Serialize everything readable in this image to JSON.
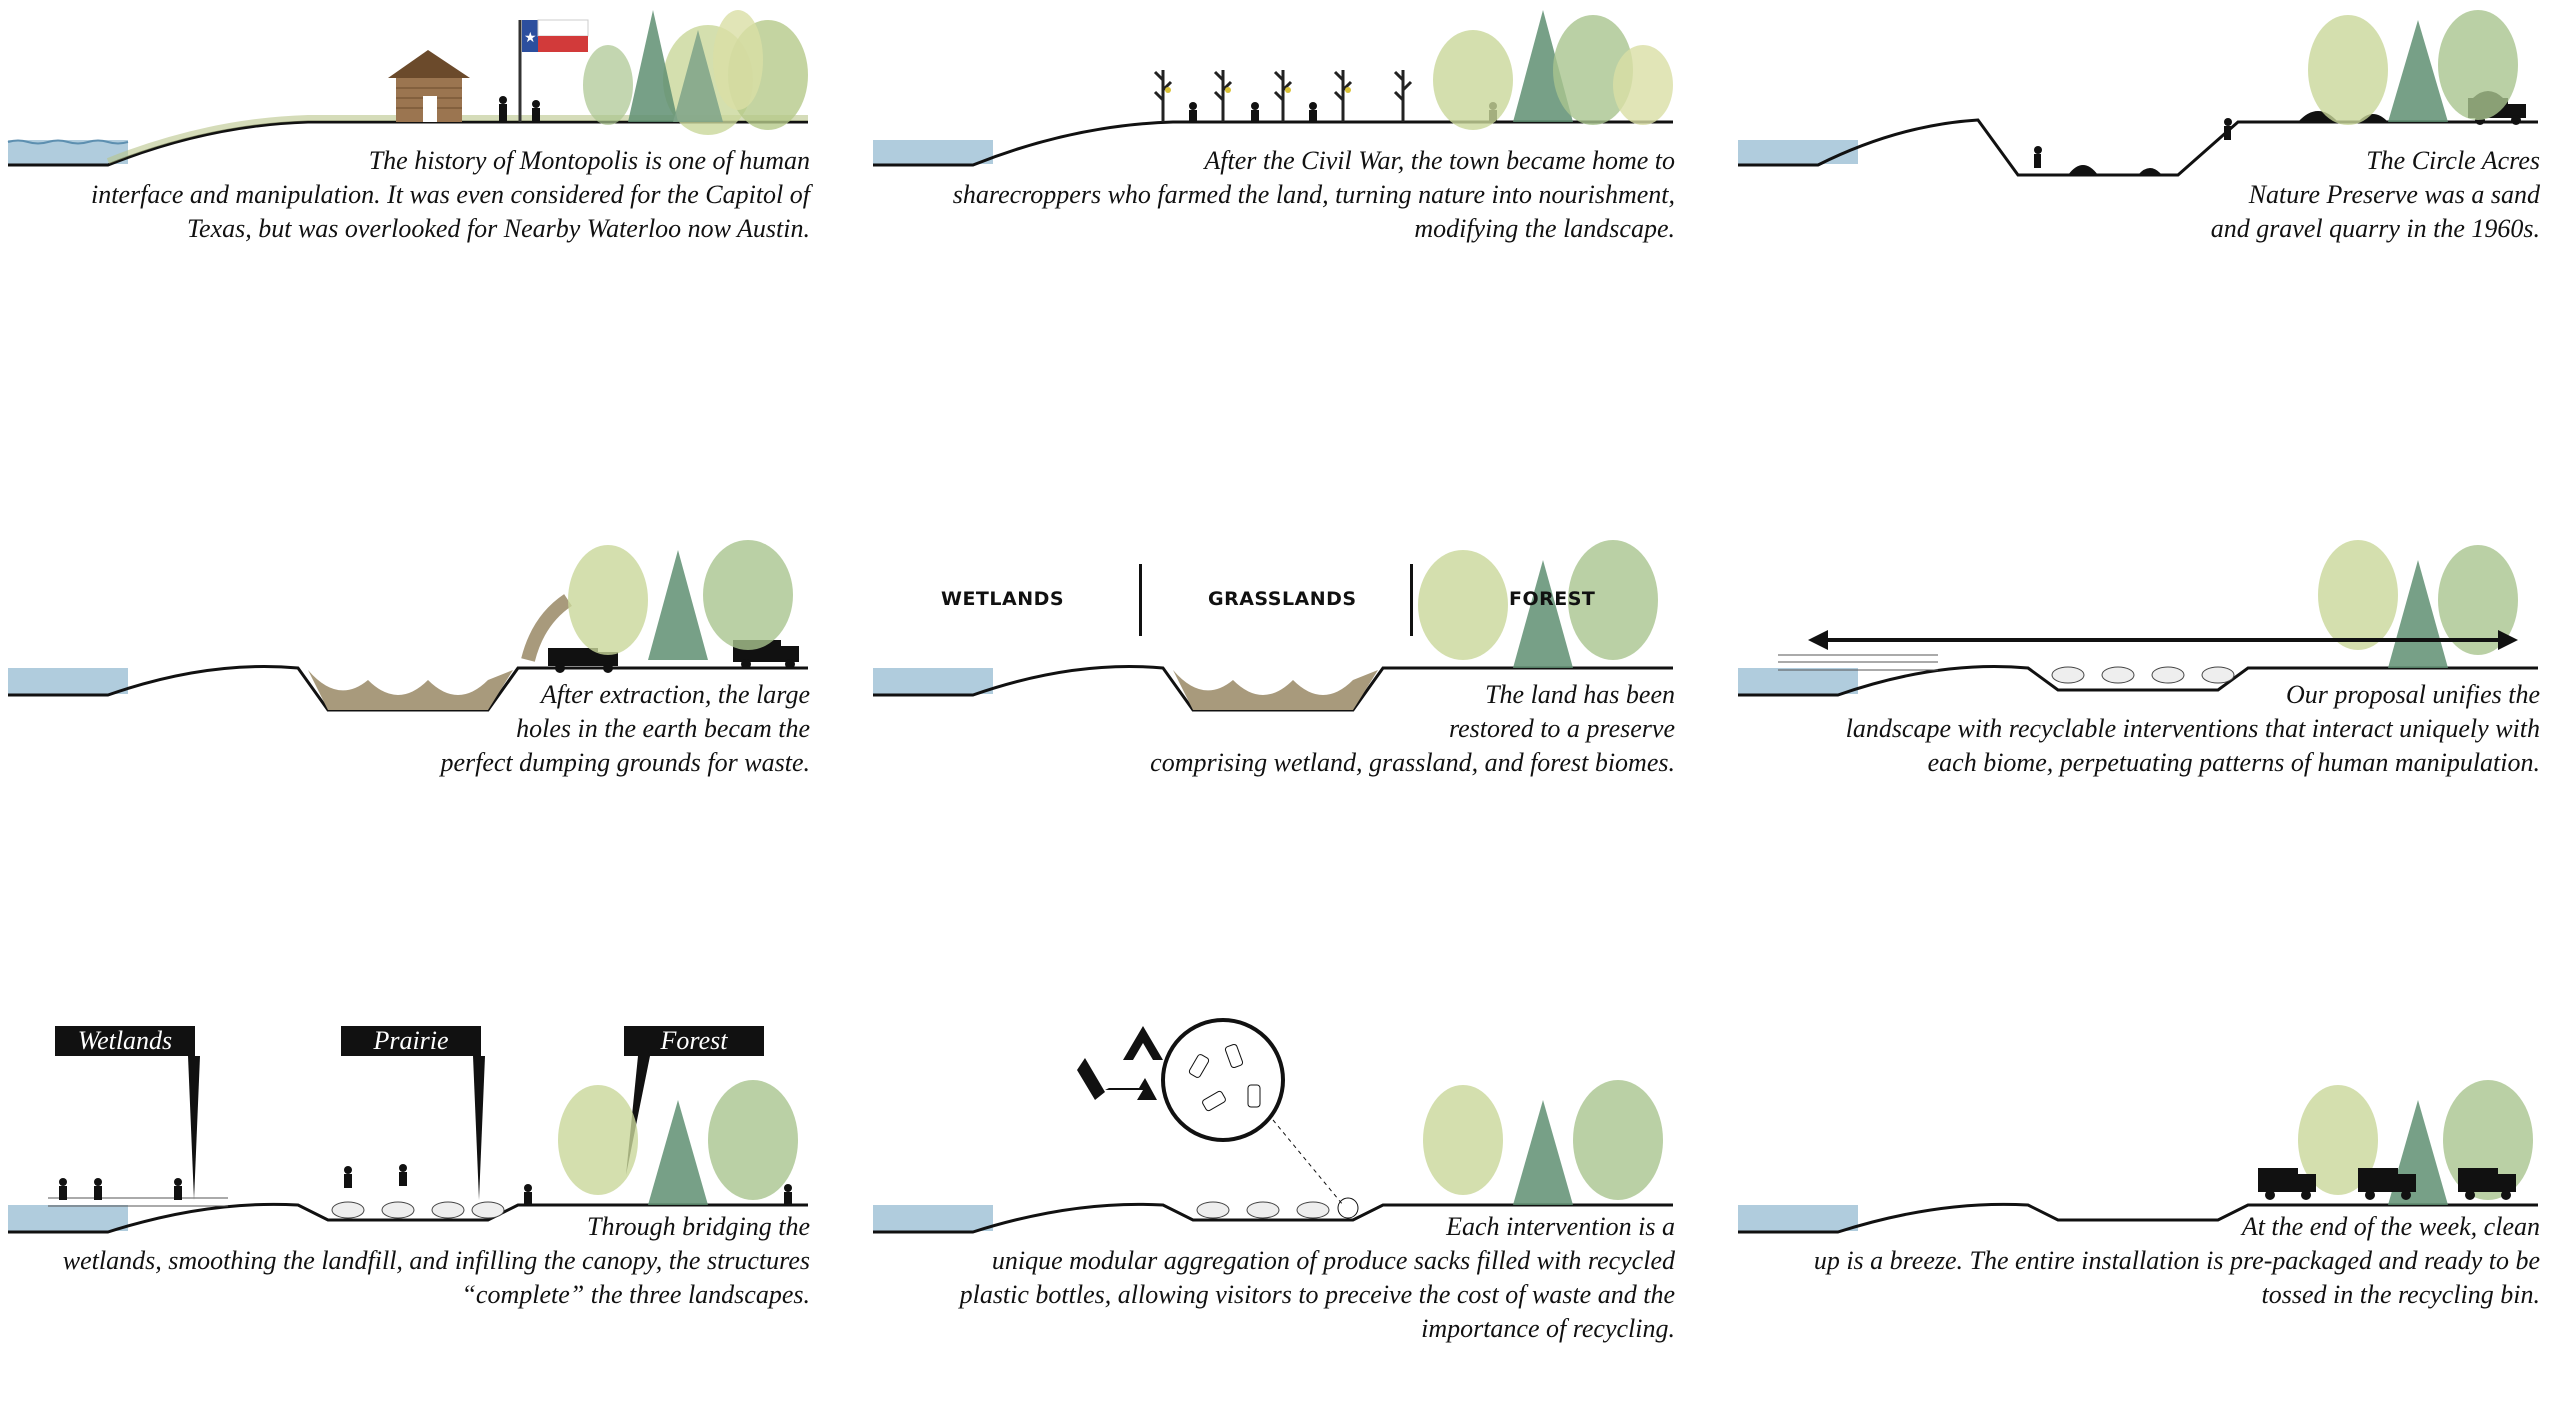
{
  "panels": [
    {
      "id": "p1",
      "caption": [
        "The history of Montopolis is one of human",
        "interface and manipulation. It was even considered for the Capitol of",
        "Texas, but was overlooked for Nearby Waterloo now Austin."
      ]
    },
    {
      "id": "p2",
      "caption": [
        "After the Civil War, the town became home to",
        "sharecroppers who farmed the land, turning nature into nourishment,",
        "modifying the landscape."
      ]
    },
    {
      "id": "p3",
      "caption": [
        "The Circle Acres",
        "Nature Preserve was a sand",
        "and gravel quarry in the 1960s."
      ]
    },
    {
      "id": "p4",
      "caption": [
        "After extraction, the large",
        "holes in the earth becam the",
        "perfect dumping grounds for waste."
      ]
    },
    {
      "id": "p5",
      "caption": [
        "The land has been",
        "restored to a preserve",
        "comprising wetland, grassland, and forest biomes."
      ],
      "biomes": [
        "WETLANDS",
        "GRASSLANDS",
        "FOREST"
      ]
    },
    {
      "id": "p6",
      "caption": [
        "Our proposal unifies the",
        "landscape with recyclable interventions that interact uniquely with",
        "each biome, perpetuating patterns of human manipulation."
      ]
    },
    {
      "id": "p7",
      "caption": [
        "Through bridging the",
        "wetlands, smoothing the landfill, and infilling the canopy, the structures",
        "“complete” the three landscapes."
      ],
      "tags": [
        "Wetlands",
        "Prairie",
        "Forest"
      ]
    },
    {
      "id": "p8",
      "caption": [
        "Each intervention is a",
        "unique modular aggregation of produce sacks filled with recycled",
        "plastic bottles, allowing visitors to preceive the cost of waste and the",
        "importance of recycling."
      ]
    },
    {
      "id": "p9",
      "caption": [
        "At the end of the week, clean",
        "up is a breeze. The entire installation is pre-packaged and ready to be",
        "tossed in the recycling bin."
      ]
    }
  ],
  "icons": [
    "log-cabin-icon",
    "texas-flag-icon",
    "corn-stalk-icon",
    "dump-truck-icon",
    "recycle-icon",
    "bottle-magnifier-icon",
    "tree-icon",
    "person-icon"
  ],
  "colors": {
    "water": "#8fb7cf",
    "ground": "#111111",
    "fill": "#a89a7c",
    "grass": "#b9c48a",
    "tree_dark": "#5f8f72",
    "tree_light": "#c9d79a",
    "flag_red": "#d23a3a",
    "flag_blue": "#2c4f9e"
  }
}
